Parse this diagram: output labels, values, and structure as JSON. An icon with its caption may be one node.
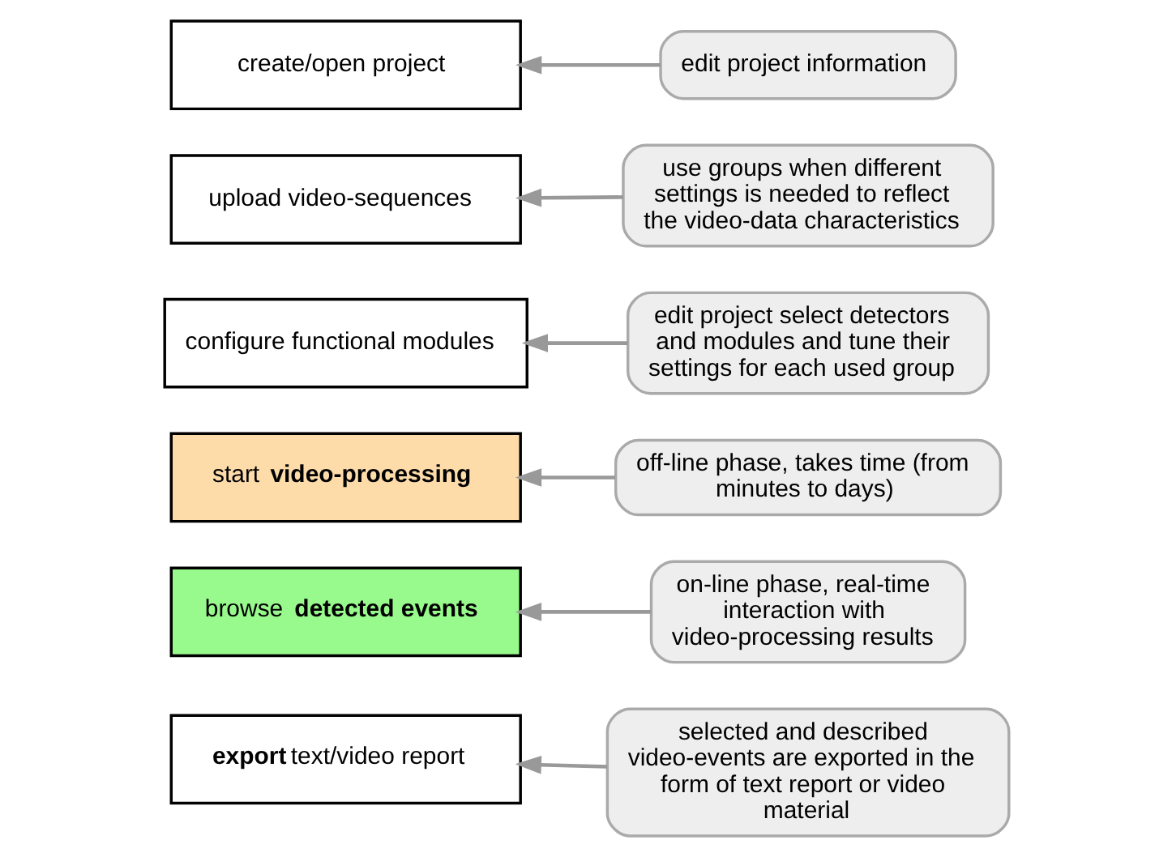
{
  "diagram": {
    "nodes": [
      {
        "text": [
          "create/open project"
        ]
      },
      {
        "text": [
          "upload video-sequences"
        ]
      },
      {
        "text": [
          "configure functional modules"
        ]
      },
      {
        "text": [
          "start **video-processing**"
        ]
      },
      {
        "text": [
          "browse **detected events**"
        ]
      },
      {
        "text": [
          "**export** text/video report"
        ]
      },
      {
        "text": [
          "edit project information"
        ]
      },
      {
        "text": [
          "use groups when different settings is needed to reflect the video-data characteristics"
        ]
      },
      {
        "text": [
          "edit project select detectors and modules and tune their settings for each used group"
        ]
      },
      {
        "text": [
          "off-line phase, takes time (from minutes to days)"
        ]
      },
      {
        "text": [
          "on-line phase, real-time interaction with video-processing results"
        ]
      },
      {
        "text": [
          "selected and described video-events are exported in the form of text report or video material"
        ]
      }
    ],
    "edges": [
      {
        "from": 6,
        "to": 0,
        "arrow": "to"
      },
      {
        "from": 7,
        "to": 1,
        "arrow": "to"
      },
      {
        "from": 8,
        "to": 2,
        "arrow": "to"
      },
      {
        "from": 9,
        "to": 3,
        "arrow": "to"
      },
      {
        "from": 10,
        "to": 4,
        "arrow": "to"
      },
      {
        "from": 11,
        "to": 5,
        "arrow": "to"
      }
    ]
  }
}
